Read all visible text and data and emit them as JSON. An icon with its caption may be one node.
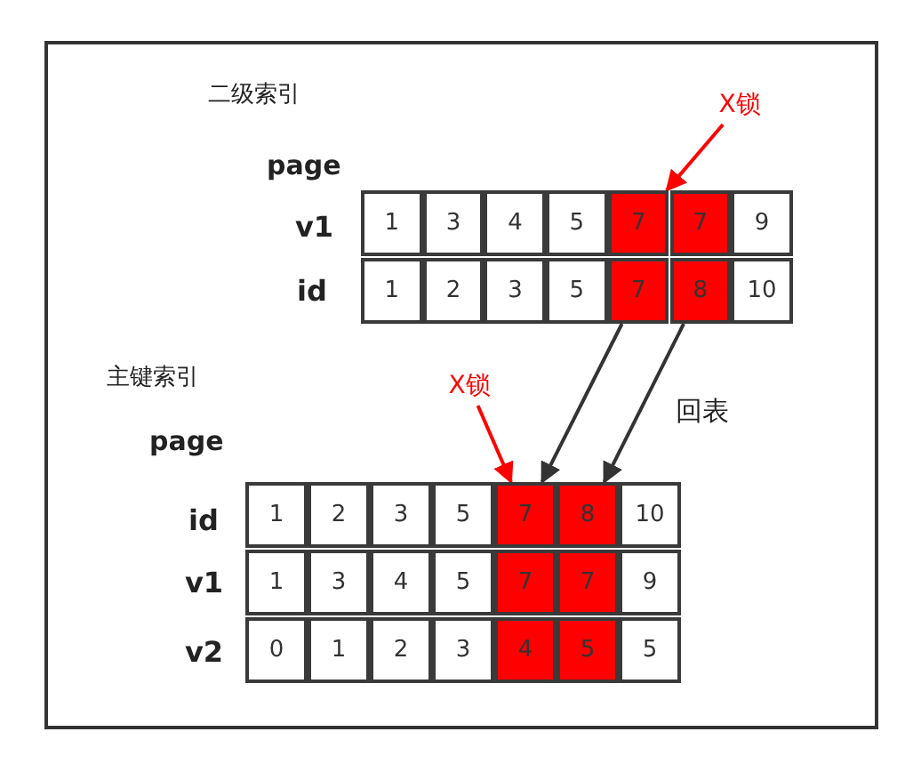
{
  "diagram": {
    "nodes": [
      {
        "text": [
          "X锁"
        ]
      },
      {
        "text": [
          "1"
        ]
      },
      {
        "text": [
          "3"
        ]
      },
      {
        "text": [
          "4"
        ]
      },
      {
        "text": [
          "5"
        ]
      },
      {
        "text": [
          "7"
        ]
      },
      {
        "text": [
          "7"
        ]
      },
      {
        "text": [
          "9"
        ]
      },
      {
        "text": [
          "1"
        ]
      },
      {
        "text": [
          "2"
        ]
      },
      {
        "text": [
          "3"
        ]
      },
      {
        "text": [
          "5"
        ]
      },
      {
        "text": [
          "7"
        ]
      },
      {
        "text": [
          "8"
        ]
      },
      {
        "text": [
          "10"
        ]
      },
      {
        "text": [
          "X锁"
        ]
      },
      {
        "text": [
          "1"
        ]
      },
      {
        "text": [
          "2"
        ]
      },
      {
        "text": [
          "3"
        ]
      },
      {
        "text": [
          "5"
        ]
      },
      {
        "text": [
          "7"
        ]
      },
      {
        "text": [
          "8"
        ]
      },
      {
        "text": [
          "10"
        ]
      },
      {
        "text": [
          "1"
        ]
      },
      {
        "text": [
          "3"
        ]
      },
      {
        "text": [
          "4"
        ]
      },
      {
        "text": [
          "5"
        ]
      },
      {
        "text": [
          "7"
        ]
      },
      {
        "text": [
          "7"
        ]
      },
      {
        "text": [
          "9"
        ]
      },
      {
        "text": [
          "0"
        ]
      },
      {
        "text": [
          "1"
        ]
      },
      {
        "text": [
          "2"
        ]
      },
      {
        "text": [
          "3"
        ]
      },
      {
        "text": [
          "4"
        ]
      },
      {
        "text": [
          "5"
        ]
      },
      {
        "text": [
          "5"
        ]
      }
    ],
    "edges": [
      {
        "from": 0,
        "to": 5,
        "arrow": "to",
        "color": "#ff0000"
      },
      {
        "from": 15,
        "to": 20,
        "arrow": "to",
        "color": "#ff0000"
      },
      {
        "from": 12,
        "to": 20,
        "arrow": "to",
        "color": "#333333"
      },
      {
        "from": 13,
        "to": 21,
        "arrow": "to",
        "color": "#333333"
      }
    ],
    "labels": [
      "二级索引",
      "page",
      "v1",
      "id",
      "主键索引",
      "page",
      "回表",
      "id",
      "v1",
      "v2"
    ]
  }
}
